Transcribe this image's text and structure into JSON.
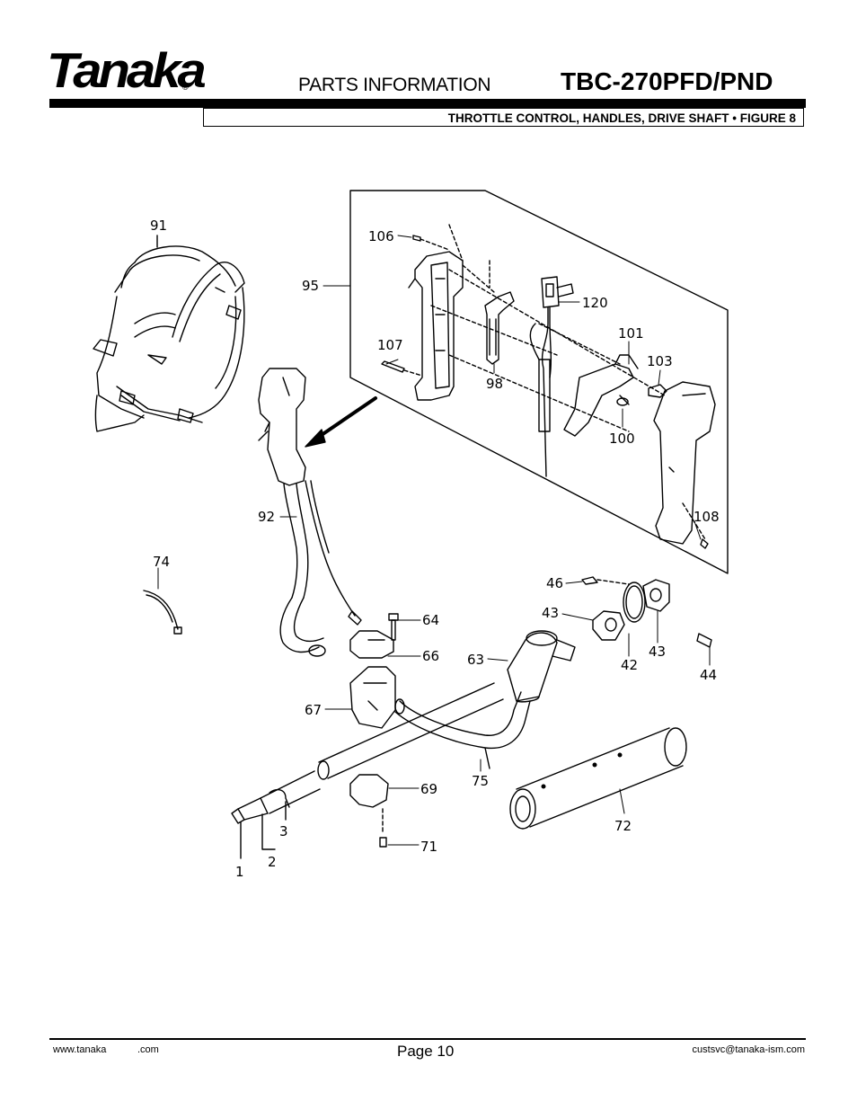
{
  "header": {
    "logo_text": "Tanaka",
    "logo_mark": "®",
    "section": "PARTS INFORMATION",
    "model": "TBC-270PFD/PND",
    "subtitle": "THROTTLE CONTROL, HANDLES, DRIVE SHAFT  •  FIGURE 8"
  },
  "part_labels": {
    "p91": "91",
    "p95": "95",
    "p106": "106",
    "p107": "107",
    "p98": "98",
    "p120": "120",
    "p101": "101",
    "p103": "103",
    "p100": "100",
    "p108": "108",
    "p92": "92",
    "p74": "74",
    "p46": "46",
    "p43a": "43",
    "p43b": "43",
    "p42": "42",
    "p44": "44",
    "p64": "64",
    "p66": "66",
    "p63": "63",
    "p67": "67",
    "p75": "75",
    "p69": "69",
    "p72": "72",
    "p71": "71",
    "p1": "1",
    "p2": "2",
    "p3": "3"
  },
  "footer": {
    "website_left": "www.tanaka",
    "website_right": ".com",
    "page": "Page 10",
    "email": "custsvc@tanaka-ism.com"
  }
}
